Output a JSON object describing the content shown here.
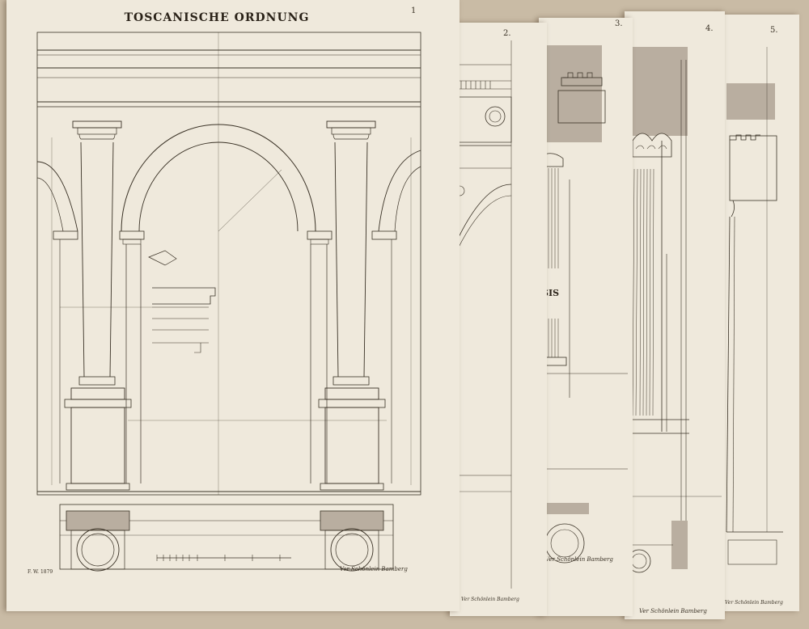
{
  "sheet1": {
    "title": "TOSCANISCHE ORDNUNG",
    "page_number": "1",
    "corner_note": "F. W. 1879",
    "signature": "Ver Schönlein Bamberg"
  },
  "sheet2": {
    "page_number": "2.",
    "signature": "Ver Schönlein Bamberg"
  },
  "sheet3": {
    "page_number": "3.",
    "partial_text": "SIS",
    "signature": "Ver Schönlein Bamberg"
  },
  "sheet4": {
    "page_number": "4.",
    "signature": "Ver Schönlein Bamberg"
  },
  "sheet5": {
    "page_number": "5.",
    "signature": "Ver Schönlein Bamberg"
  },
  "colors": {
    "paper": "#efe9dc",
    "background": "#c9bba5",
    "ink": "#3a3226",
    "wash": "#b9aea0"
  }
}
